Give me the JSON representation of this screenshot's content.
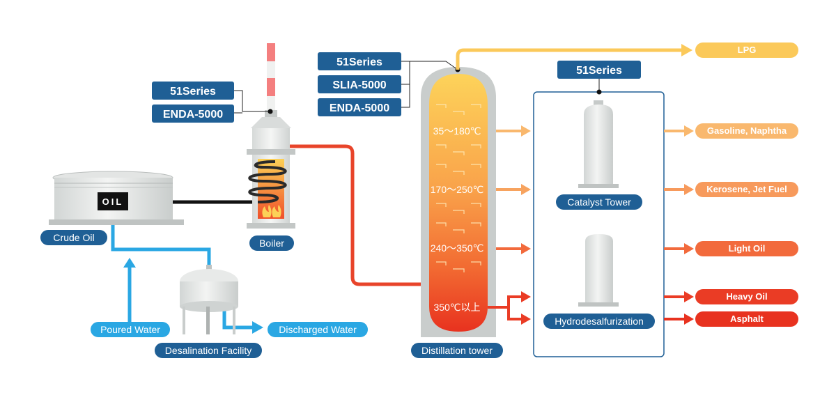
{
  "labels": {
    "crude_oil": "Crude Oil",
    "oil_badge": "OIL",
    "boiler": "Boiler",
    "poured_water": "Poured Water",
    "discharged_water": "Discharged Water",
    "desalination_facility": "Desalination Facility",
    "distillation_tower": "Distillation tower",
    "catalyst_tower": "Catalyst Tower",
    "hydrodesulfurization": "Hydrodesalfurization"
  },
  "boiler_tags": {
    "series": "51Series",
    "model": "ENDA-5000"
  },
  "tower_tags": {
    "series": "51Series",
    "model_a": "SLIA-5000",
    "model_b": "ENDA-5000"
  },
  "treatment_tag": {
    "series": "51Series"
  },
  "temperatures": {
    "t1": "35～180℃",
    "t2": "170～250℃",
    "t3": "240～350℃",
    "t4": "350℃以上"
  },
  "products": {
    "lpg": "LPG",
    "gasoline": "Gasoline, Naphtha",
    "kerosene": "Kerosene, Jet Fuel",
    "light_oil": "Light Oil",
    "heavy_oil": "Heavy Oil",
    "asphalt": "Asphalt"
  },
  "colors": {
    "navy": "#1f5f95",
    "water": "#2aa7e3",
    "steam": "#e8442a",
    "lpg": "#fbc95a",
    "gasoline": "#f9b86e",
    "kerosene": "#f79a5c",
    "light_oil": "#f26a3c",
    "heavy_oil": "#ea3c25",
    "asphalt": "#e8321f"
  }
}
